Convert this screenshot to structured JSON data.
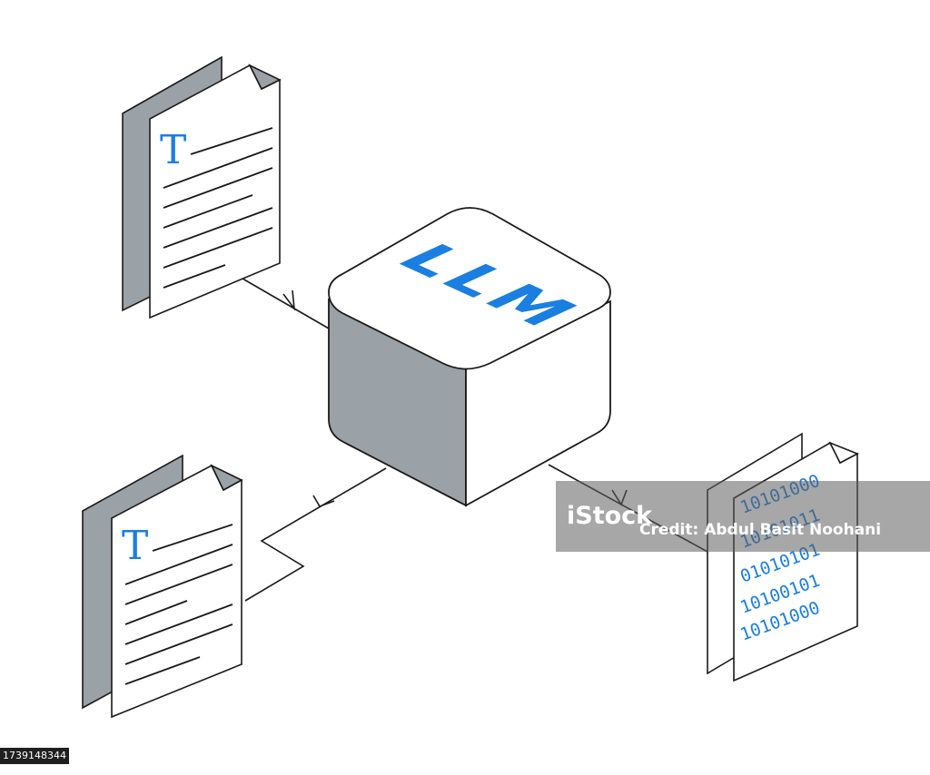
{
  "diagram": {
    "model_label": "LLM",
    "input_document_letter": "T",
    "output_document_letter": "T",
    "binary_lines": [
      "10101000",
      "10101011",
      "01010101",
      "10100101",
      "10101000"
    ]
  },
  "watermark": {
    "logo_text": "iStock",
    "credit_text": "Credit: Abdul Basit Noohani"
  },
  "stock_id": "1739148344",
  "colors": {
    "accent_blue": "#1a7fe0",
    "side_gray": "#9aa1a7",
    "stroke": "#1a1a1a"
  }
}
